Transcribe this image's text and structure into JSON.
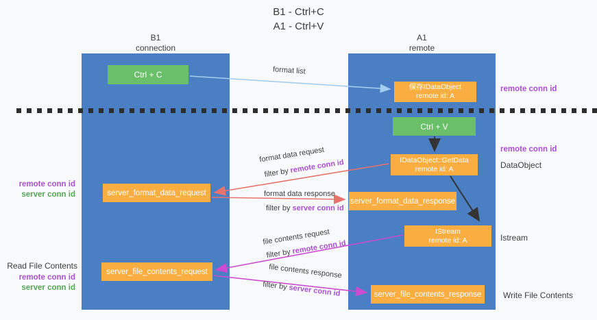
{
  "title": {
    "line1": "B1 - Ctrl+C",
    "line2": "A1 - Ctrl+V"
  },
  "columns": {
    "left": {
      "id": "B1",
      "subtitle": "connection"
    },
    "right": {
      "id": "A1",
      "subtitle": "remote"
    }
  },
  "nodes": {
    "ctrl_c": "Ctrl + C",
    "ctrl_v": "Ctrl + V",
    "save_dataobject": {
      "line1": "保存IDataObject",
      "line2": "remote id: A"
    },
    "getdata": {
      "line1": "IDataObject::GetData",
      "line2": "remote id: A"
    },
    "istream": {
      "line1": "IStream",
      "line2": "remote id: A"
    },
    "server_format_data_request": "server_format_data_request",
    "server_format_data_response": "server_format_data_response",
    "server_file_contents_request": "server_file_contents_request",
    "server_file_contents_response": "server_file_contents_response"
  },
  "side_labels": {
    "right_remote_conn_id_1": "remote conn id",
    "right_remote_conn_id_2": "remote conn id",
    "right_dataobject": "DataObject",
    "right_istream": "Istream",
    "right_write_file_contents": "Write File Contents",
    "left_remote_conn_id_1": "remote conn id",
    "left_server_conn_id_1": "server conn id",
    "left_read_file_contents": "Read File Contents",
    "left_remote_conn_id_2": "remote conn id",
    "left_server_conn_id_2": "server conn id"
  },
  "arrow_labels": {
    "format_list": "format list",
    "format_data_request": "format data request",
    "filter_by_1_prefix": "filter by",
    "filter_by_1_key": "remote conn id",
    "format_data_response": "format data response",
    "filter_by_2_prefix": "filter by",
    "filter_by_2_key": "server conn id",
    "file_contents_request": "file contents request",
    "filter_by_3_prefix": "filter by",
    "filter_by_3_key": "remote conn id",
    "file_contents_response": "file contents response",
    "filter_by_4_prefix": "filter by",
    "filter_by_4_key": "server conn id"
  },
  "colors": {
    "column_blue": "#4a7fc4",
    "node_green": "#6abf69",
    "node_orange": "#faae42",
    "purple_text": "#a94fd0",
    "green_text": "#56a556",
    "salmon_arrow": "#e8736e",
    "magenta_arrow": "#cc4bd0",
    "light_blue_arrow": "#a5cdee",
    "black_arrow": "#333333"
  }
}
